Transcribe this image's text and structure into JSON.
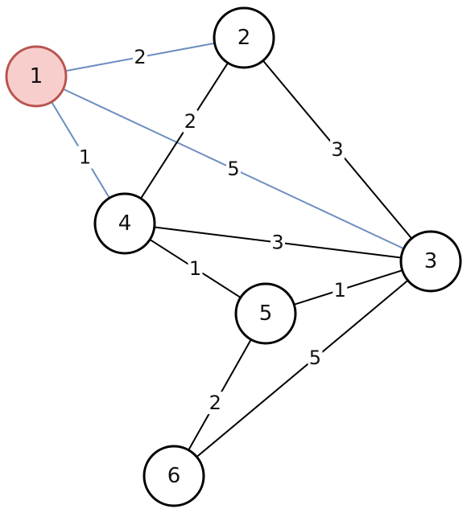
{
  "graph": {
    "nodes": [
      {
        "id": "1",
        "label": "1",
        "highlighted": true
      },
      {
        "id": "2",
        "label": "2",
        "highlighted": false
      },
      {
        "id": "3",
        "label": "3",
        "highlighted": false
      },
      {
        "id": "4",
        "label": "4",
        "highlighted": false
      },
      {
        "id": "5",
        "label": "5",
        "highlighted": false
      },
      {
        "id": "6",
        "label": "6",
        "highlighted": false
      }
    ],
    "edges": [
      {
        "from": "1",
        "to": "2",
        "weight": "2",
        "highlighted": true
      },
      {
        "from": "1",
        "to": "4",
        "weight": "1",
        "highlighted": true
      },
      {
        "from": "1",
        "to": "3",
        "weight": "5",
        "highlighted": true
      },
      {
        "from": "2",
        "to": "4",
        "weight": "2",
        "highlighted": false
      },
      {
        "from": "2",
        "to": "3",
        "weight": "3",
        "highlighted": false
      },
      {
        "from": "4",
        "to": "3",
        "weight": "3",
        "highlighted": false
      },
      {
        "from": "4",
        "to": "5",
        "weight": "1",
        "highlighted": false
      },
      {
        "from": "5",
        "to": "3",
        "weight": "1",
        "highlighted": false
      },
      {
        "from": "5",
        "to": "6",
        "weight": "2",
        "highlighted": false
      },
      {
        "from": "3",
        "to": "6",
        "weight": "5",
        "highlighted": false
      }
    ]
  },
  "colors": {
    "highlight_node_fill": "#f8cecc",
    "highlight_node_stroke": "#b85450",
    "node_fill": "#ffffff",
    "node_stroke": "#000000",
    "highlight_edge": "#6c8ebf",
    "edge": "#000000"
  }
}
